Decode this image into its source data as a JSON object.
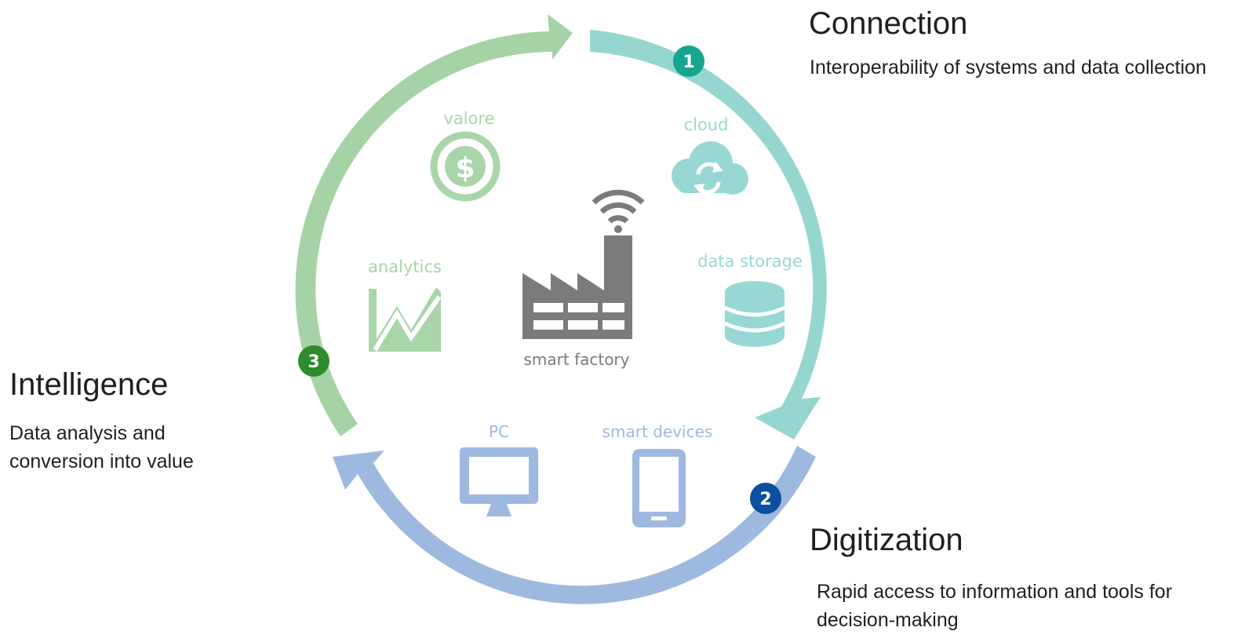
{
  "stages": [
    {
      "number": "1",
      "title": "Connection",
      "description": "Interoperability of systems and data collection",
      "color": "#96d6d1",
      "badge_color": "#17a58e"
    },
    {
      "number": "2",
      "title": "Digitization",
      "description": "Rapid access to information and tools for decision-making",
      "color": "#9db9e0",
      "badge_color": "#0b4f9e"
    },
    {
      "number": "3",
      "title": "Intelligence",
      "description": "Data analysis and conversion into value",
      "color": "#a6d3a6",
      "badge_color": "#2e8b2e"
    }
  ],
  "icons": {
    "valore": {
      "label": "valore",
      "icon": "dollar-coin-icon",
      "color": "#a8d6a8"
    },
    "cloud": {
      "label": "cloud",
      "icon": "cloud-sync-icon",
      "color": "#98d8d4"
    },
    "analytics": {
      "label": "analytics",
      "icon": "line-chart-icon",
      "color": "#a8d6a8"
    },
    "data_storage": {
      "label": "data storage",
      "icon": "database-icon",
      "color": "#98d8d4"
    },
    "pc": {
      "label": "PC",
      "icon": "monitor-icon",
      "color": "#9db9e0"
    },
    "smart_devices": {
      "label": "smart devices",
      "icon": "smartphone-icon",
      "color": "#9db9e0"
    },
    "center": {
      "label": "smart factory",
      "icon": "factory-wifi-icon",
      "color": "#7b7b7b"
    }
  }
}
